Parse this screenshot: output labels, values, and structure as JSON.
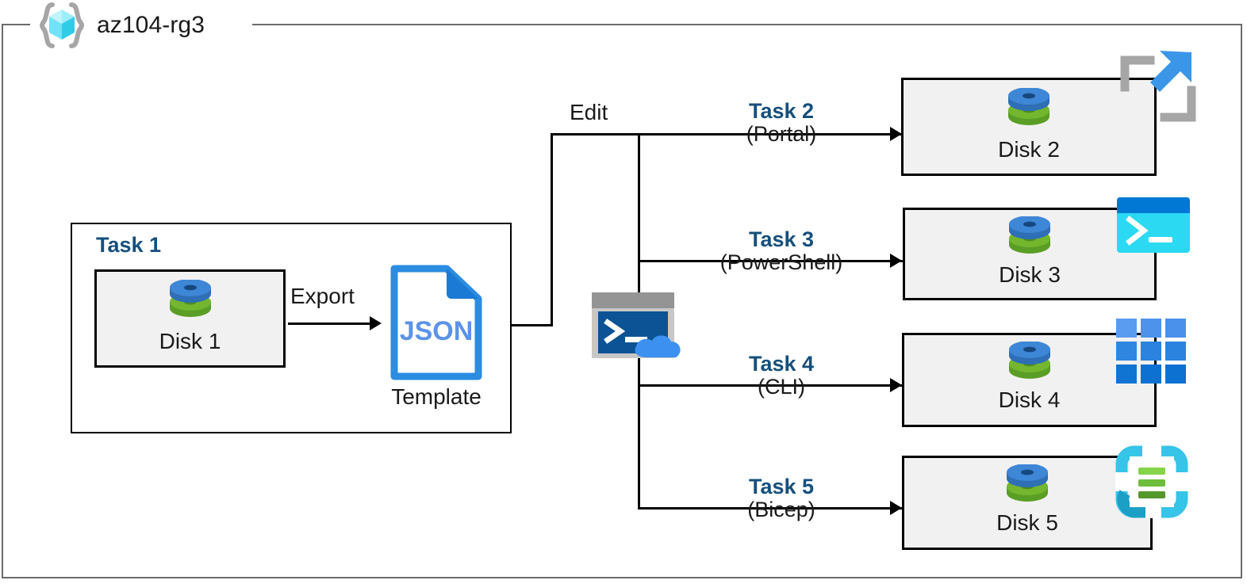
{
  "diagram": {
    "type": "architecture-flow",
    "resource_group": {
      "name": "az104-rg3",
      "icon": "resource-group-icon"
    },
    "task1": {
      "title": "Task 1",
      "disk": {
        "label": "Disk 1",
        "icon": "managed-disk-icon"
      },
      "export_label": "Export",
      "template": {
        "file_type": "JSON",
        "caption": "Template",
        "icon": "json-file-icon"
      }
    },
    "edit": {
      "label": "Edit",
      "icon": "cloud-shell-icon"
    },
    "branches": [
      {
        "task": "Task 2",
        "tool": "(Portal)",
        "disk": "Disk 2",
        "tool_icon": "azure-portal-icon"
      },
      {
        "task": "Task 3",
        "tool": "(PowerShell)",
        "disk": "Disk 3",
        "tool_icon": "powershell-icon"
      },
      {
        "task": "Task 4",
        "tool": "(CLI)",
        "disk": "Disk 4",
        "tool_icon": "azure-cli-grid-icon"
      },
      {
        "task": "Task 5",
        "tool": "(Bicep)",
        "disk": "Disk 5",
        "tool_icon": "bicep-icon"
      }
    ],
    "colors": {
      "task_blue": "#15507D",
      "frame_gray": "#6b6b6b",
      "box_fill": "#f1f1f1",
      "line_black": "#000000",
      "disk_blue": "#3E86D6",
      "disk_green": "#74B72E",
      "json_blue": "#2B8CE0",
      "cube_cyan": "#50E6FF",
      "powershell_cyan": "#2BD9F2",
      "bicep_green": "#7FBA42"
    }
  }
}
